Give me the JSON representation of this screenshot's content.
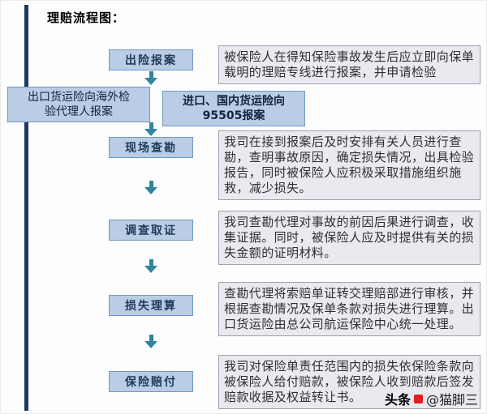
{
  "title": "理赔流程图：",
  "steps": [
    {
      "label": "出险报案",
      "desc": "被保险人在得知保险事故发生后应立即向保单载明的理赔专线进行报案，并申请检验"
    },
    {
      "label": "现场查勘",
      "desc": "我司在接到报案后及时安排有关人员进行查勘，查明事故原因，确定损失情况，出具检验报告，同时被保险人应积极采取措施组织施救，减少损失。"
    },
    {
      "label": "调查取证",
      "desc": "我司查勘代理对事故的前因后果进行调查，收集证据。同时，被保险人应及时提供有关的损失金额的证明材料。"
    },
    {
      "label": "损失理算",
      "desc": "查勘代理将索赔单证转交理赔部进行审核，并根据查勘情况及保单条款对损失进行理算。出口货运险由总公司航运保险中心统一处理。"
    },
    {
      "label": "保险赔付",
      "desc": "我司对保险单责任范围内的损失依保险条款向被保险人给付赔款，被保险人收到赔款后签发赔款收据及权益转让书。"
    }
  ],
  "branches": [
    {
      "lines": [
        "出口货运险向海外检",
        "验代理人报案"
      ]
    },
    {
      "lines": [
        "进口、国内货运险向",
        "95505报案"
      ]
    }
  ],
  "watermark": {
    "brand": "头条",
    "handle": "@猫脚三"
  },
  "colors": {
    "flow_box_fill": "#b9cde4",
    "flow_box_border": "#6f98c0",
    "desc_box_fill": "#e9e9f0",
    "desc_box_border": "#a0a0ac",
    "arrow": "#31859c",
    "left_bar": "#1f3864",
    "watermark_accent": "#e02020"
  }
}
